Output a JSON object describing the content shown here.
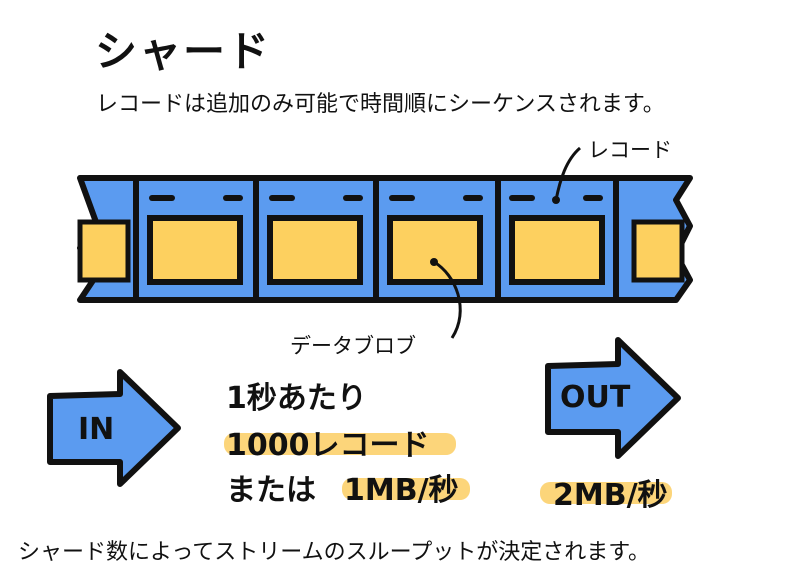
{
  "title": "シャード",
  "subtitle": "レコードは追加のみ可能で時間順にシーケンスされます。",
  "callouts": {
    "record": "レコード",
    "data_blob": "データブロブ"
  },
  "input": {
    "label": "IN",
    "rate_line1": "1秒あたり",
    "rate_line2": "1000レコード",
    "rate_line3_prefix": "または",
    "rate_line3_value": "1MB/秒"
  },
  "output": {
    "label": "OUT",
    "rate": "2MB/秒"
  },
  "footer": "シャード数によってストリームのスループットが決定されます。",
  "colors": {
    "tape_blue": "#5b9bf0",
    "blob_yellow": "#fdd05f",
    "highlight": "#fcd57a",
    "outline": "#111111"
  }
}
